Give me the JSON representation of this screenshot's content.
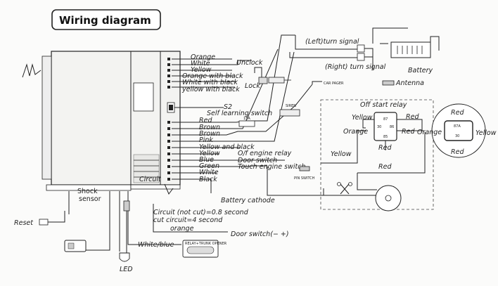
{
  "title": "Wiring diagram",
  "wire_labels": [
    "Orange",
    "White",
    "Yellow",
    "Orange with black",
    "White with black",
    "yellow with black",
    "S2",
    "Self learning switch",
    "Red",
    "Brown",
    "Brown",
    "Pink",
    "Yellow and black",
    "Yellow",
    "Blue",
    "Green",
    "White",
    "Black"
  ],
  "labels": {
    "unclock": "Unclock",
    "lock": "Lock",
    "left_turn": "(Left)turn signal",
    "right_turn": "(Right) turn signal",
    "battery": "Battery",
    "antenna": "Antenna",
    "car_pager": "CAR PAGER",
    "siren": "SIREN",
    "fuse": "15A",
    "off_start_relay": "Off start relay",
    "of_engine_relay": "O/f engine relay",
    "door_switch": "Door switch",
    "touch_engine_switch": "Touch engine switch",
    "pin_switch": "PIN SWITCH",
    "circuit": "Circuit",
    "battery_cathode": "Battery cathode",
    "circuit_not_cut": "Circuit  (not cut)=0.8 second",
    "cut_circuit": "cut circuit=4 second",
    "orange_bottom": "orange",
    "door_switch_bottom": "Door switch(− +)",
    "white_blue": "White/blue",
    "relay_box": "RELAY+TRUNK OPENER",
    "shock_sensor_1": "Shock",
    "shock_sensor_2": "sensor",
    "reset": "Reset",
    "led": "LED"
  },
  "relay_left": {
    "yellow": "Yellow",
    "red_top": "Red",
    "orange": "Orange",
    "red_right": "Red",
    "red_bottom": "Red",
    "red_bottom2": "Red",
    "yellow_wire": "Yellow",
    "pin_87": "87",
    "pin_30": "30",
    "pin_86": "86",
    "pin_85": "85"
  },
  "relay_right": {
    "red_top": "Red",
    "orange": "Orange",
    "yellow": "Yellow",
    "red_bottom": "Red",
    "pin_87a": "87A",
    "pin_30": "30"
  },
  "colors": {
    "ink": "#222222",
    "paper": "#fbfbfa",
    "unit_fill": "#f3f3f1"
  },
  "icons": [
    "wire-harness-icon",
    "lock-actuator-icon",
    "turn-signal-lamp-icon",
    "battery-icon",
    "antenna-icon",
    "siren-icon",
    "fuse-icon",
    "relay-icon",
    "ignition-switch-icon",
    "led-icon",
    "reset-button-icon",
    "pin-switch-icon",
    "scissors-cut-icon"
  ]
}
